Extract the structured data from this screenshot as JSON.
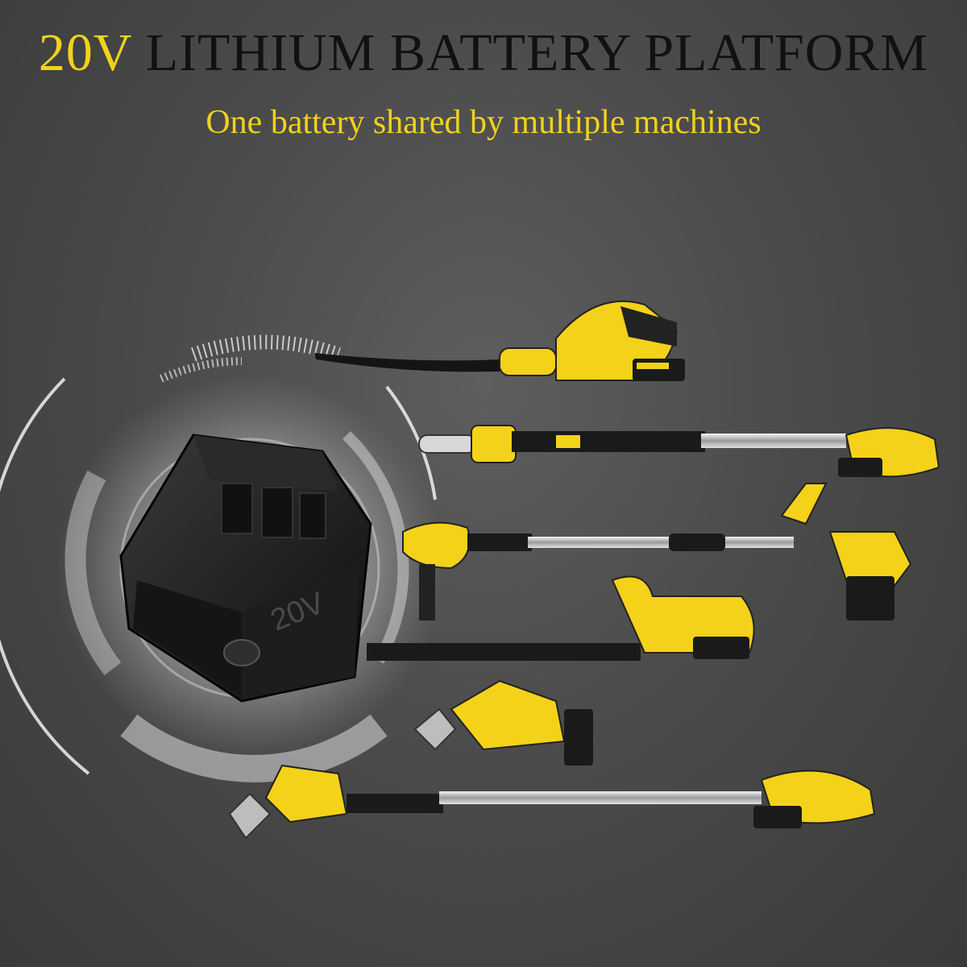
{
  "headline": {
    "accent": "20V",
    "rest": "LITHIUM BATTERY PLATFORM"
  },
  "subline": "One battery shared by multiple machines",
  "battery": {
    "label": "20V"
  },
  "colors": {
    "accent": "#f2d21b",
    "tool_yellow": "#f4d21a",
    "tool_black": "#1a1a1a",
    "background": "#4b4b4b"
  }
}
